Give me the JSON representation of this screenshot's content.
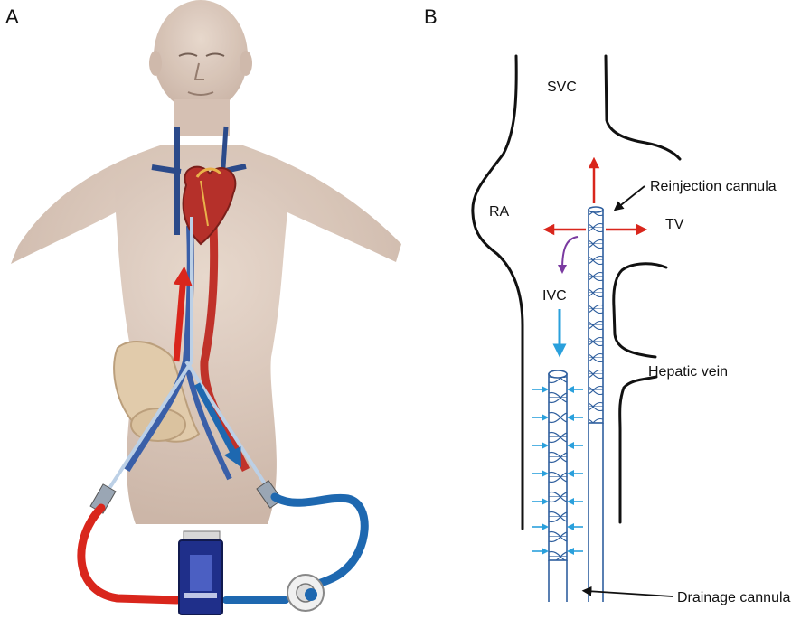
{
  "panels": {
    "a": {
      "letter": "A"
    },
    "b": {
      "letter": "B"
    }
  },
  "labels": {
    "svc": "SVC",
    "ra": "RA",
    "tv": "TV",
    "ivc": "IVC",
    "reinjection": "Reinjection cannula",
    "hepatic": "Hepatic vein",
    "drainage": "Drainage cannula"
  },
  "colors": {
    "oxygenated": "#d9261c",
    "deoxygenated": "#1e68b0",
    "drainage_arrows": "#2aa0dc",
    "cannula_stroke": "#2f5f9e",
    "skin": "#d9c6b8",
    "tricuspid_flow": "#7a3aa0",
    "pump_blue": "#1f2f8a"
  }
}
